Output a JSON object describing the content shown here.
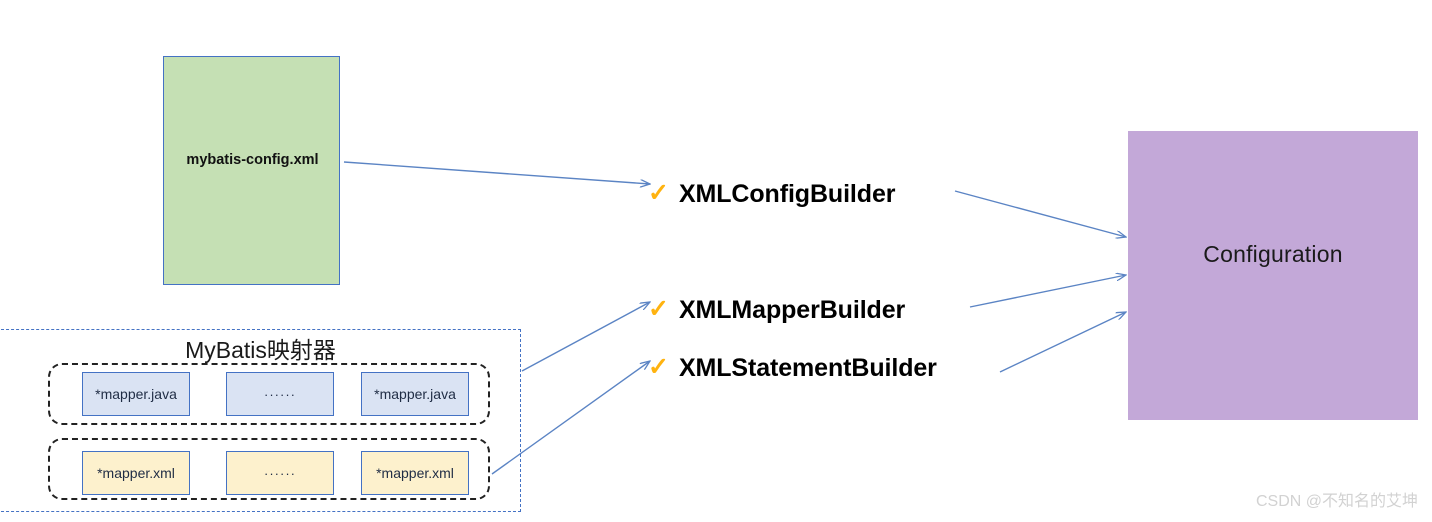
{
  "diagram": {
    "title_hidden": "",
    "config_file": {
      "label": "mybatis-config.xml",
      "fill": "#c5e0b4",
      "stroke": "#4472c4"
    },
    "configuration": {
      "label": "Configuration",
      "fill": "#c3a8d8"
    },
    "builders": [
      {
        "check": "✓",
        "name": "XMLConfigBuilder"
      },
      {
        "check": "✓",
        "name": "XMLMapperBuilder"
      },
      {
        "check": "✓",
        "name": "XMLStatementBuilder"
      }
    ],
    "mapper_group": {
      "title": "MyBatis映射器",
      "border_color": "#4472c4",
      "rails": [
        {
          "kind": "java",
          "chips": [
            {
              "label": "*mapper.java"
            },
            {
              "label": "······"
            },
            {
              "label": "*mapper.java"
            }
          ]
        },
        {
          "kind": "xml",
          "chips": [
            {
              "label": "*mapper.xml"
            },
            {
              "label": "······"
            },
            {
              "label": "*mapper.xml"
            }
          ]
        }
      ]
    },
    "arrow_color": "#5b84c4",
    "check_color": "#ffb310",
    "watermark": "CSDN @不知名的艾坤"
  }
}
